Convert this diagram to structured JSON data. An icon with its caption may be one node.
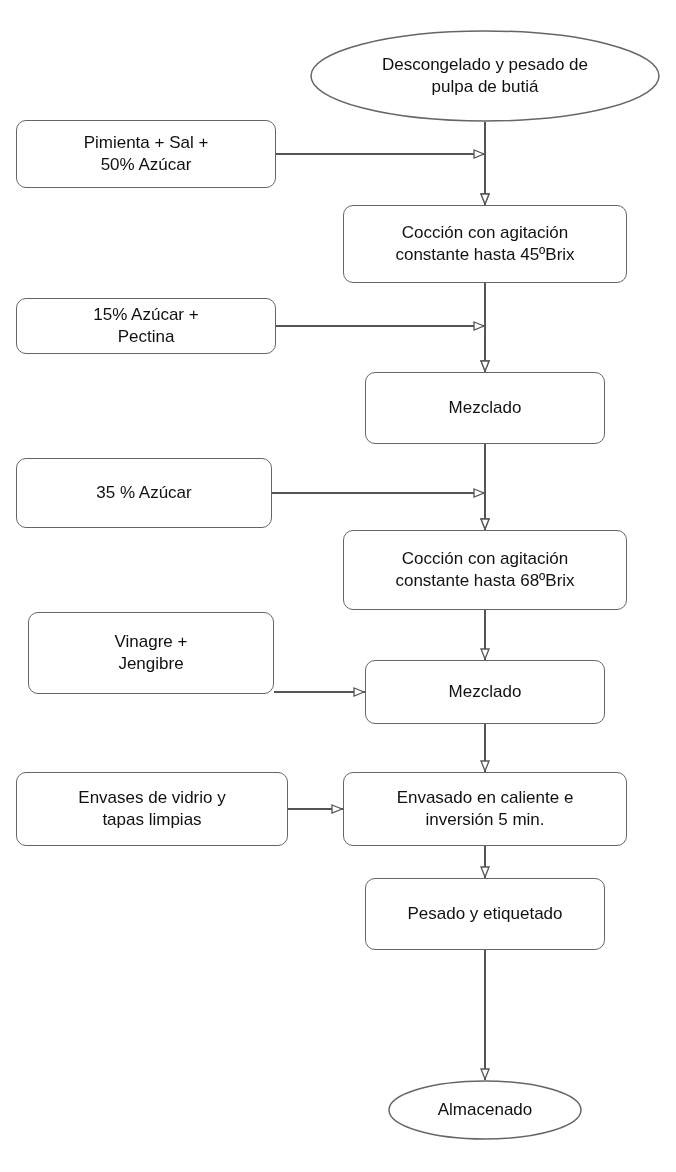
{
  "diagram": {
    "nodes": [
      {
        "text": [
          "Descongelado y pesado de pulpa de butiá"
        ]
      },
      {
        "text": [
          "Pimienta + Sal + 50% Azúcar"
        ]
      },
      {
        "text": [
          "Cocción con agitación constante hasta 45ºBrix"
        ]
      },
      {
        "text": [
          "15%  Azúcar + Pectina"
        ]
      },
      {
        "text": [
          "Mezclado"
        ]
      },
      {
        "text": [
          "35 % Azúcar"
        ]
      },
      {
        "text": [
          "Cocción con agitación constante hasta 68ºBrix"
        ]
      },
      {
        "text": [
          "Vinagre + Jengibre"
        ]
      },
      {
        "text": [
          "Mezclado"
        ]
      },
      {
        "text": [
          "Envases de vidrio y tapas limpias"
        ]
      },
      {
        "text": [
          "Envasado en caliente e inversión 5 min."
        ]
      },
      {
        "text": [
          "Pesado y etiquetado"
        ]
      },
      {
        "text": [
          "Almacenado"
        ]
      }
    ],
    "edges": [
      {
        "from": 0,
        "to": 2,
        "arrow": "to"
      },
      {
        "from": 1,
        "to": 2,
        "arrow": "to"
      },
      {
        "from": 2,
        "to": 4,
        "arrow": "to"
      },
      {
        "from": 3,
        "to": 4,
        "arrow": "to"
      },
      {
        "from": 4,
        "to": 6,
        "arrow": "to"
      },
      {
        "from": 5,
        "to": 6,
        "arrow": "to"
      },
      {
        "from": 6,
        "to": 8,
        "arrow": "to"
      },
      {
        "from": 7,
        "to": 8,
        "arrow": "to"
      },
      {
        "from": 8,
        "to": 10,
        "arrow": "to"
      },
      {
        "from": 9,
        "to": 10,
        "arrow": "to"
      },
      {
        "from": 10,
        "to": 11,
        "arrow": "to"
      },
      {
        "from": 11,
        "to": 12,
        "arrow": "to"
      }
    ]
  }
}
